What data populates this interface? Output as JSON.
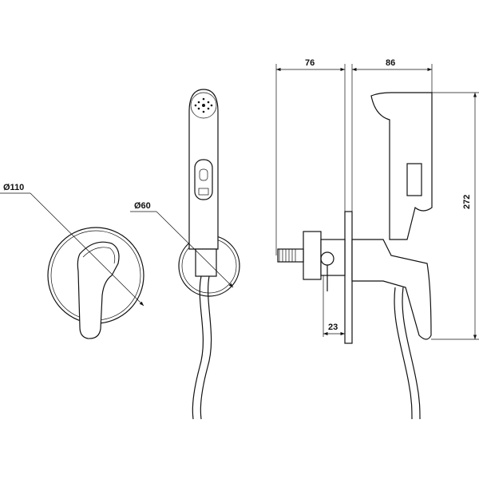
{
  "dimensions": {
    "plate_diameter": "Ø110",
    "holder_diameter": "Ø60",
    "wall_depth": "76",
    "projection": "86",
    "height": "272",
    "offset": "23"
  },
  "colors": {
    "line": "#111111",
    "background": "#ffffff"
  }
}
